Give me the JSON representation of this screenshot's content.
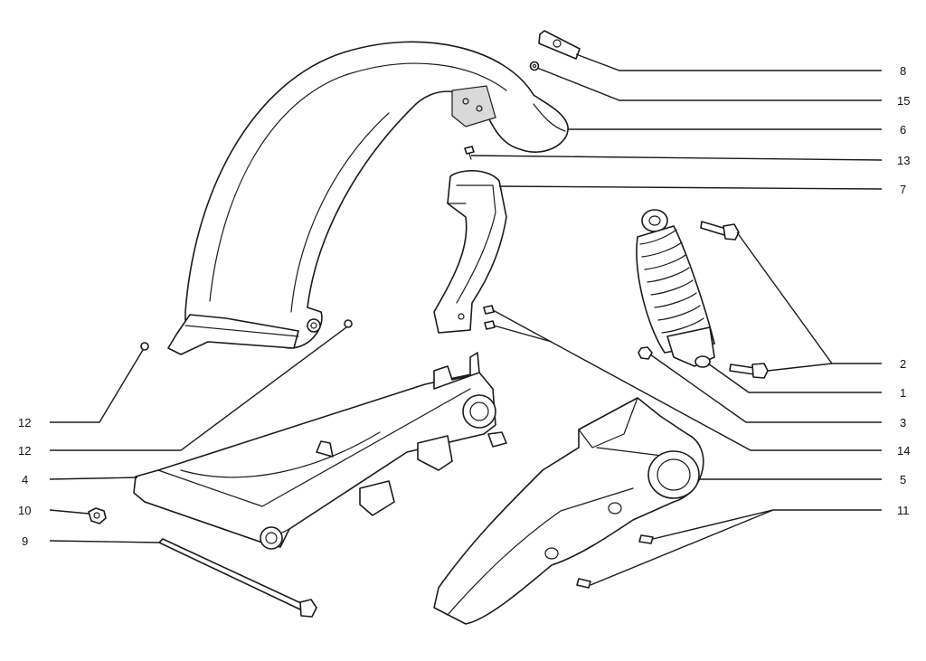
{
  "callouts": {
    "c8": "8",
    "c15": "15",
    "c6": "6",
    "c13": "13",
    "c7": "7",
    "c2": "2",
    "c1": "1",
    "c3": "3",
    "c14": "14",
    "c5": "5",
    "c11": "11",
    "c12a": "12",
    "c12b": "12",
    "c4": "4",
    "c10": "10",
    "c9": "9"
  },
  "colors": {
    "line": "#1a1a1a",
    "background": "#ffffff"
  }
}
